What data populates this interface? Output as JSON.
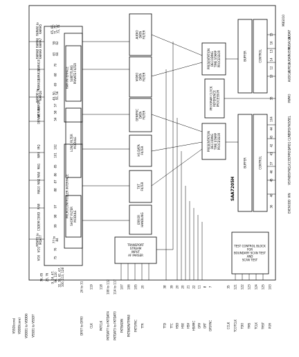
{
  "chip_name": "SAA7205H",
  "doc_code": "MBG010",
  "blocks": {
    "ram_interface": "RAM INTERFACE",
    "subtitling": "SUBTITLING\nPRIVATE FILTER",
    "long_filter": "LONG FILTER\nMODULE",
    "microcontroller": "MICROCONTROLLER INTERFACE",
    "short_filter": "SHORT FILTER\nMODULE",
    "transport": "TRANSPORT\nSTREAM\nINPUT\nAF PARSER",
    "audio_filter": "AUDIO\nDATA\nFILTER",
    "video_filter": "VIDEO\nDATA\nFILTER",
    "generic_filter": "GENERIC\nDATA\nFILTER",
    "hs_filter": "HS DATA\nFILTER",
    "txt_filter": "TXT\nFILTER",
    "error_handling": "ERROR\nHANDLING",
    "pres_top": "PRESENTATION\nDECODING\nTIME STAMP\nPROCESSOR",
    "pcr": "PROGRAM CLOCK\nREFERENCE\nPROCESSOR",
    "pres_bottom": "PRESENTATION\nDECODING\nTIME STAMP\nPROCESSOR",
    "buffer_top": "BUFFER",
    "control_top": "CONTROL",
    "buffer_bottom": "BUFFER",
    "control_bottom": "CONTROL",
    "test": "TEST CONTROL BLOCK\nFOR\nBOUNDARY SCAN TEST\nAND\nSCAN TEST"
  },
  "left_pins": [
    {
      "label": "RAMA0 to\nRAMA5",
      "pins": "65, 66,\n71, 72,\n73, 74"
    },
    {
      "label": "RAMA6\nRAMA7",
      "pins": "59\n62"
    },
    {
      "label": "RAMA8\nRAMA9",
      "pins": "63\n64"
    },
    {
      "label": "RAMA10",
      "pins": "70"
    },
    {
      "label": "RAMA11",
      "pins": "68"
    },
    {
      "label": "RAMA12",
      "pins": "69"
    },
    {
      "label": "RAMD0 to\nRAMD3",
      "pins": "49, 50,\n55, 56"
    },
    {
      "label": "RAMDS",
      "pins": "57"
    },
    {
      "label": "WERAM",
      "pins": "58"
    },
    {
      "label": "OERAM",
      "pins": "54"
    },
    {
      "label": "IRQ",
      "pins": "102"
    },
    {
      "label": "NMI",
      "pins": "101"
    },
    {
      "label": "MA1",
      "pins": "85"
    },
    {
      "label": "MA0",
      "pins": "86"
    },
    {
      "label": "MA2",
      "pins": "87"
    },
    {
      "label": "MA10",
      "pins": "88"
    },
    {
      "label": "R/W",
      "pins": "97"
    },
    {
      "label": "CSVID",
      "pins": "98"
    },
    {
      "label": "CSDEM",
      "pins": "99"
    },
    {
      "label": "MDAT0 to\nMDAT7",
      "pins": "77 to\n84"
    },
    {
      "label": "VO1",
      "pins": "76"
    },
    {
      "label": "VO0",
      "pins": "75"
    }
  ],
  "left_supply": [
    {
      "label": "VSSD(core)",
      "pins": "76, 85"
    },
    {
      "label": "VDDD(core)",
      "pins": "23, 76"
    },
    {
      "label": "VDDD1 to VDDD6",
      "pins": "9, 24, 47,\n96, 120"
    },
    {
      "label": "VSSD1 to VSSD7",
      "pins": "32, 36, 61, 67,\n100, 113, 128"
    }
  ],
  "bottom_pins": [
    {
      "label": "DP07 to DP00",
      "pins": "24 to 31"
    },
    {
      "label": "CLK",
      "pins": "119"
    },
    {
      "label": "PKTCLK",
      "pins": "118"
    },
    {
      "label": "PKTDAT7 to PKTDAT4",
      "pins": "108 to 112"
    },
    {
      "label": "PKTDAT3 to PKTDAT0",
      "pins": "114 to 117"
    },
    {
      "label": "PKTBADIN",
      "pins": "107"
    },
    {
      "label": "PKTBADN/TIMA0",
      "pins": "106"
    },
    {
      "label": "PKTSYNC",
      "pins": "105"
    },
    {
      "label": "TTR",
      "pins": "20"
    },
    {
      "label": "TTD",
      "pins": "38"
    },
    {
      "label": "TTC",
      "pins": "39"
    },
    {
      "label": "HSD",
      "pins": "20"
    },
    {
      "label": "HSE",
      "pins": "20"
    },
    {
      "label": "HSV",
      "pins": "21"
    },
    {
      "label": "HSVMC",
      "pins": "22"
    },
    {
      "label": "GPV",
      "pins": "11"
    },
    {
      "label": "GRT",
      "pins": "8"
    },
    {
      "label": "GPSYNC",
      "pins": "7"
    },
    {
      "label": "CCLK",
      "pins": "35"
    },
    {
      "label": "TCOTCLK",
      "pins": "121"
    },
    {
      "label": "TDO",
      "pins": "122"
    },
    {
      "label": "TMS",
      "pins": "123"
    },
    {
      "label": "TCLK",
      "pins": "124"
    },
    {
      "label": "TRST",
      "pins": "125"
    },
    {
      "label": "POR",
      "pins": "103"
    }
  ],
  "right_top_pins": [
    {
      "label": "AUDAT",
      "pins": "15"
    },
    {
      "label": "AUDACLK",
      "pins": "16"
    },
    {
      "label": "AUSTR",
      "pins": "13"
    },
    {
      "label": "AUDAT",
      "pins": "14"
    },
    {
      "label": "AUREQ",
      "pins": "12"
    },
    {
      "label": "AUDCLK",
      "pins": "10"
    }
  ],
  "right_mid_pins": [
    {
      "label": "PWMO",
      "pins": "33"
    }
  ],
  "right_bottom_pins": [
    {
      "label": "VSEL",
      "pins": "104"
    },
    {
      "label": "CDRSYNC",
      "pins": "44"
    },
    {
      "label": "CLRP",
      "pins": "43"
    },
    {
      "label": "VREQ",
      "pins": "42"
    },
    {
      "label": "CMREQ",
      "pins": "41"
    },
    {
      "label": "CLK135",
      "pins": "37"
    },
    {
      "label": "HSYNC",
      "pins": "46"
    },
    {
      "label": "VSYNC",
      "pins": "45"
    },
    {
      "label": "VIN",
      "pins": "40"
    },
    {
      "label": "EVENODD",
      "pins": "36"
    }
  ]
}
